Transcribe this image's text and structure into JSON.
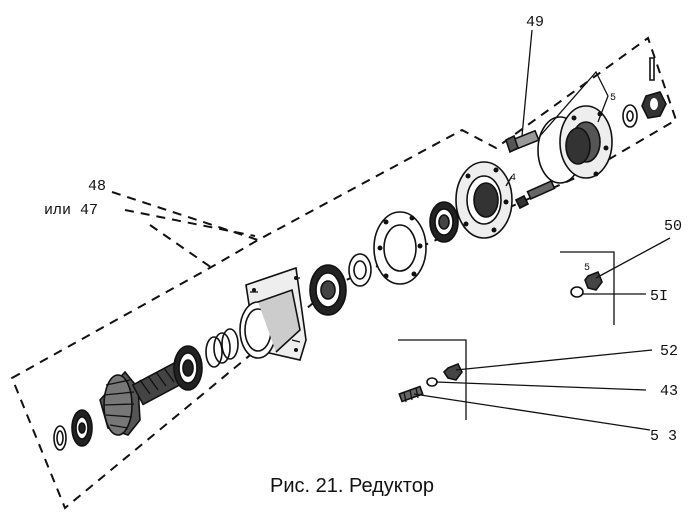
{
  "figure": {
    "caption": "Рис. 21. Редуктор",
    "callouts": {
      "c49": "49",
      "c48": "48",
      "c47": "или 47",
      "c50": "50",
      "c51": "5I",
      "c52": "52",
      "c43": "43",
      "c53": "5 3",
      "small_a": "5",
      "small_b": "5",
      "small_c": "4"
    }
  }
}
